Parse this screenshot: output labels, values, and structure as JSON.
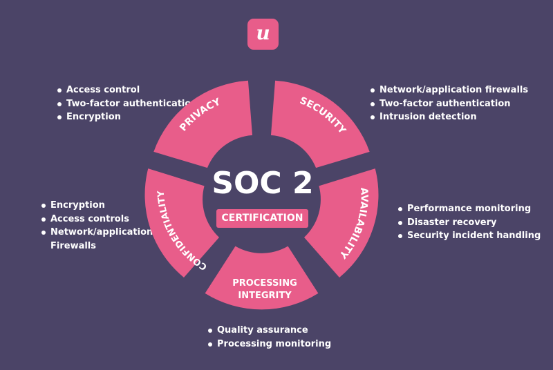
{
  "logo": {
    "letter": "u",
    "color": "#e85d8a"
  },
  "center": {
    "title": "SOC 2",
    "badge": "CERTIFICATION"
  },
  "colors": {
    "background": "#4b4467",
    "segment": "#e85d8a",
    "text": "#ffffff"
  },
  "segments": [
    {
      "id": "privacy",
      "label": "PRIVACY"
    },
    {
      "id": "security",
      "label": "SECURITY"
    },
    {
      "id": "availability",
      "label": "AVAILABILITY"
    },
    {
      "id": "processing",
      "label_lines": [
        "PROCESSING",
        "INTEGRITY"
      ]
    },
    {
      "id": "confidentiality",
      "label": "CONFIDENTIALITY"
    }
  ],
  "lists": {
    "privacy": [
      "Access control",
      "Two-factor authentication",
      "Encryption"
    ],
    "security": [
      "Network/application firewalls",
      "Two-factor authentication",
      "Intrusion detection"
    ],
    "confidentiality": [
      "Encryption",
      "Access controls",
      "Network/application",
      "Firewalls"
    ],
    "availability": [
      "Performance monitoring",
      "Disaster recovery",
      "Security incident handling"
    ],
    "processing": [
      "Quality assurance",
      "Processing monitoring"
    ]
  }
}
